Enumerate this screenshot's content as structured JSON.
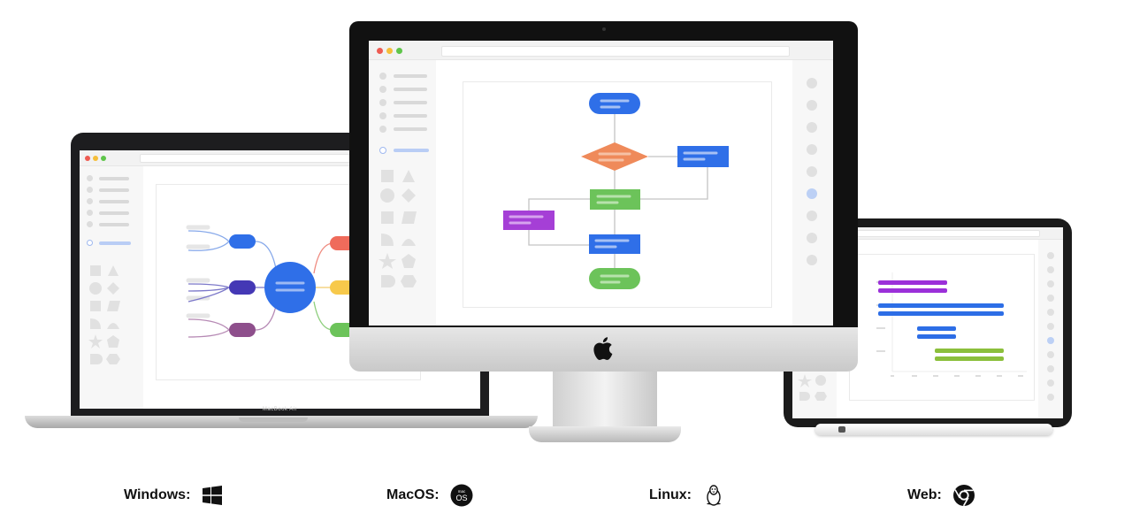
{
  "laptop": {
    "model_label": "MacBook Air"
  },
  "platforms": [
    {
      "label": "Windows:",
      "icon": "windows-icon"
    },
    {
      "label": "MacOS:",
      "icon": "macos-icon"
    },
    {
      "label": "Linux:",
      "icon": "linux-icon"
    },
    {
      "label": "Web:",
      "icon": "chrome-icon"
    }
  ],
  "colors": {
    "blue": "#2f6fe8",
    "orange": "#ef8a5a",
    "green": "#6cc35a",
    "purple": "#a53fd6",
    "indigo": "#4438b5",
    "plum": "#8e4f8c",
    "red": "#ef6b5b",
    "yellow": "#f7c94b",
    "gantt_purple": "#9b30d9",
    "gantt_blue": "#2d6ee6",
    "gantt_green": "#8bbf3b"
  }
}
